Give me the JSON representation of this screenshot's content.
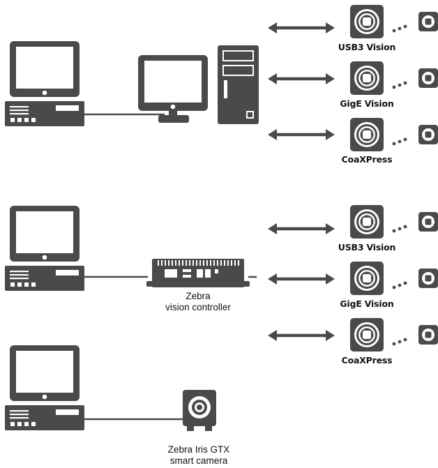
{
  "colors": {
    "device": "#4a4a4a",
    "screen": "#ffffff",
    "line": "#4a4a4a",
    "text": "#111111",
    "background": "#ffffff"
  },
  "sections": [
    {
      "id": "pc-frame-grabber",
      "host": "pc-tower",
      "links": [
        "USB3 Vision",
        "GigE Vision",
        "CoaXPress"
      ]
    },
    {
      "id": "vision-controller",
      "host": "vision-controller",
      "host_label": [
        "Zebra",
        "vision controller"
      ],
      "links": [
        "USB3 Vision",
        "GigE Vision",
        "CoaXPress"
      ]
    },
    {
      "id": "smart-camera",
      "host": "smart-camera",
      "host_label": [
        "Zebra Iris GTX",
        "smart camera"
      ]
    }
  ]
}
